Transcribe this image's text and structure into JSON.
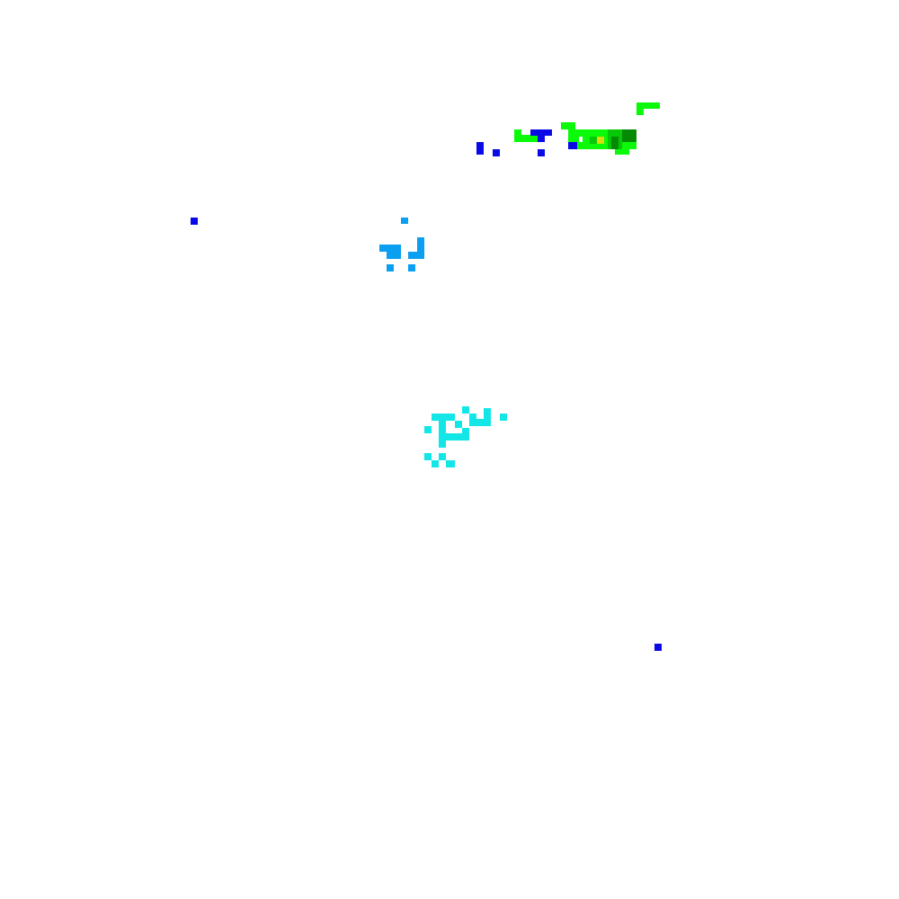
{
  "palette": {
    "background": "#ffffff",
    "blue": "#0a0ae6",
    "sky": "#0a9ff0",
    "cyan": "#12e6e6",
    "green": "#0afa0a",
    "mid_green": "#06c806",
    "dark_green": "#048a04",
    "yellow": "#dcdc0a"
  },
  "clusters": [
    {
      "name": "green-cluster",
      "color_key": "green"
    },
    {
      "name": "blue-cluster",
      "color_key": "blue"
    },
    {
      "name": "sky-cluster",
      "color_key": "sky"
    },
    {
      "name": "cyan-cluster",
      "color_key": "cyan"
    }
  ]
}
